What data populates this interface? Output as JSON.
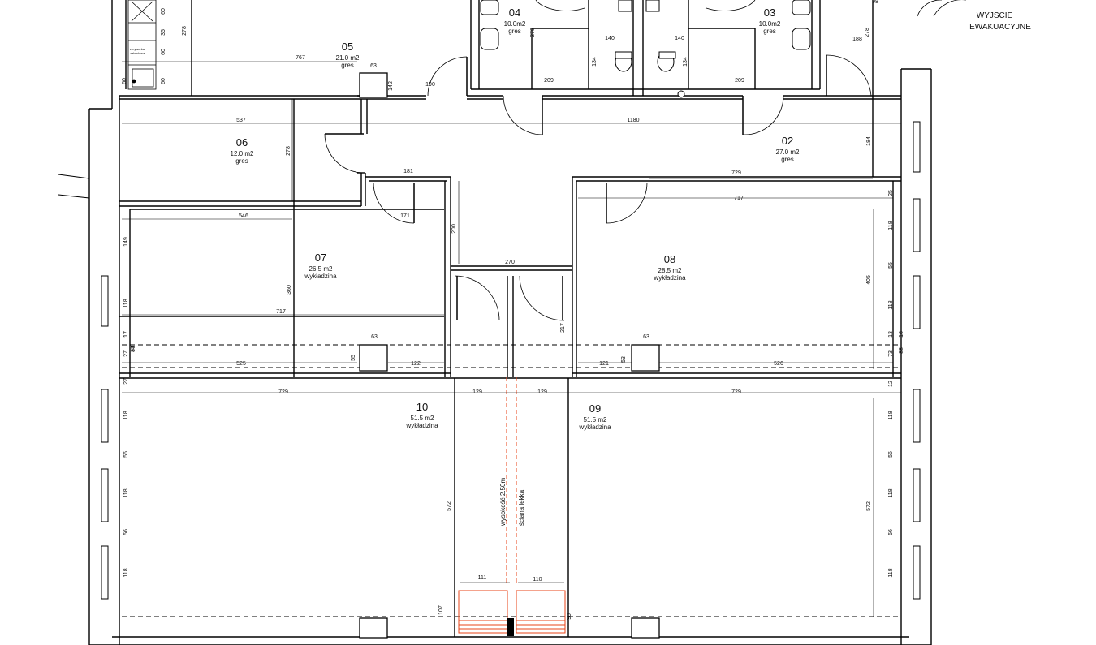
{
  "exit_sign": {
    "line1": "WYJSCIE",
    "line2": "EWAKUACYJNE"
  },
  "rooms": [
    {
      "id": "r05",
      "number": "05",
      "area": "21.0 m2",
      "floor": "gres"
    },
    {
      "id": "r04",
      "number": "04",
      "area": "10.0m2",
      "floor": "gres"
    },
    {
      "id": "r03",
      "number": "03",
      "area": "10.0m2",
      "floor": "gres"
    },
    {
      "id": "r06",
      "number": "06",
      "area": "12.0 m2",
      "floor": "gres"
    },
    {
      "id": "r02",
      "number": "02",
      "area": "27.0 m2",
      "floor": "gres"
    },
    {
      "id": "r07",
      "number": "07",
      "area": "26.5 m2",
      "floor": "wykładzina"
    },
    {
      "id": "r08",
      "number": "08",
      "area": "28.5 m2",
      "floor": "wykładzina"
    },
    {
      "id": "r10",
      "number": "10",
      "area": "51.5 m2",
      "floor": "wykładzina"
    },
    {
      "id": "r09",
      "number": "09",
      "area": "51.5 m2",
      "floor": "wykładzina"
    }
  ],
  "dimensions": [
    "767",
    "63",
    "142",
    "190",
    "209",
    "140",
    "134",
    "140",
    "134",
    "209",
    "188",
    "278",
    "278",
    "278",
    "537",
    "1180",
    "278",
    "184",
    "181",
    "729",
    "546",
    "171",
    "717",
    "200",
    "270",
    "360",
    "149",
    "118",
    "717",
    "405",
    "118",
    "55",
    "118",
    "63",
    "63",
    "525",
    "122",
    "121",
    "526",
    "729",
    "129",
    "129",
    "729",
    "118",
    "56",
    "118",
    "56",
    "118",
    "572",
    "572",
    "118",
    "56",
    "118",
    "56",
    "118",
    "111",
    "110",
    "107",
    "90",
    "217",
    "55",
    "53",
    "47",
    "27",
    "94",
    "27",
    "17",
    "17",
    "88",
    "73",
    "12",
    "25",
    "13",
    "60",
    "35",
    "60",
    "60",
    "60",
    "16",
    "98"
  ],
  "annotations": {
    "partition_height": "wysokość 2.50m",
    "partition_type": "ściana lekka",
    "cabinet_label": "zmywarka zabudowa"
  }
}
